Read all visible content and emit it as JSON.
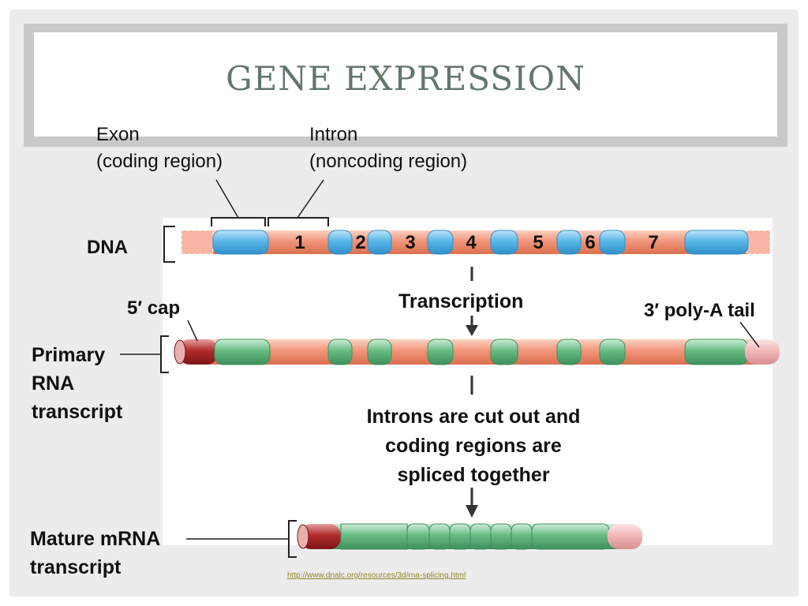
{
  "title": "GENE EXPRESSION",
  "labels": {
    "exon_line1": "Exon",
    "exon_line2": "(coding region)",
    "intron_line1": "Intron",
    "intron_line2": "(noncoding region)",
    "dna": "DNA",
    "cap": "5′ cap",
    "polya": "3′ poly-A tail",
    "transcription": "Transcription",
    "primary_line1": "Primary",
    "primary_line2": "RNA",
    "primary_line3": "transcript",
    "splice_line1": "Introns are cut out and",
    "splice_line2": "coding regions are",
    "splice_line3": "spliced together",
    "mature_line1": "Mature mRNA",
    "mature_line2": "transcript"
  },
  "intron_numbers": [
    "1",
    "2",
    "3",
    "4",
    "5",
    "6",
    "7"
  ],
  "source_link": "http://www.dnalc.org/resources/3d/rna-splicing.html",
  "colors": {
    "title": "#63766a",
    "exon_blue": "#5ab6e8",
    "intron_salmon": "#f2957a",
    "exon_green": "#68bb84",
    "cap_red": "#b02a2a",
    "tail_pink": "#f2b8b8"
  }
}
